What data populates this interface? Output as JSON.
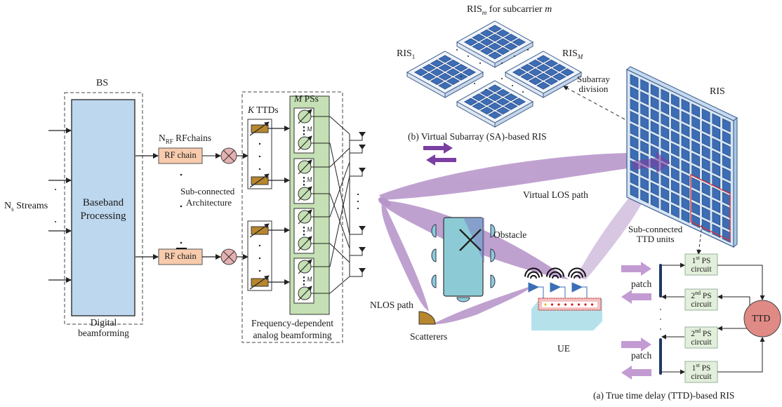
{
  "bs": {
    "title": "BS",
    "baseband_line1": "Baseband",
    "baseband_line2": "Processing",
    "digital_line1": "Digital",
    "digital_line2": "beamforming",
    "streams_main": "N",
    "streams_sub": "s",
    "streams_rest": " Streams"
  },
  "rf": {
    "nrf_main": "N",
    "nrf_sub": "RF",
    "nrf_rest": " RFchains",
    "chain_label": "RF chain",
    "arch_line1": "Sub-connected",
    "arch_line2": "Architecture"
  },
  "analog": {
    "ttd_italic": "K",
    "ttd_rest": " TTDs",
    "ps_italic": "M",
    "ps_rest": " PSs",
    "m_marker": "M",
    "caption_line1": "Frequency-dependent",
    "caption_line2": "analog beamforming"
  },
  "sa_ris": {
    "top_main": "RIS",
    "top_sub": "m",
    "top_rest": " for subcarrier ",
    "top_italic": "m",
    "left_main": "RIS",
    "left_sub": "1",
    "right_main": "RIS",
    "right_sub": "M",
    "caption": "(b) Virtual Subarray (SA)-based RIS"
  },
  "ris": {
    "label": "RIS",
    "subarray_line1": "Subarray",
    "subarray_line2": "division",
    "ttd_units_line1": "Sub-connected",
    "ttd_units_line2": "TTD units"
  },
  "channel": {
    "virtual_los": "Virtual LOS path",
    "obstacle": "Obstacle",
    "nlos": "NLOS path",
    "scatterers": "Scatterers",
    "ue": "UE"
  },
  "ttd_ris": {
    "patch": "patch",
    "ps1_sup": "st",
    "ps2_sup": "nd",
    "ps_num1": "1",
    "ps_num2": "2",
    "ps_text": " PS",
    "circuit": "circuit",
    "ttd": "TTD",
    "caption": "(a) True time delay (TTD)-based RIS"
  },
  "colors": {
    "baseband_fill": "#bdd7ee",
    "rf_chain_fill": "#f8cbad",
    "mixer_fill": "#e6b0b0",
    "ps_panel_fill": "#c5e0b4",
    "ttd_block_fill": "#b8862e",
    "beam_purple": "#9b6bb5",
    "ris_tile": "#3c6db5",
    "ris_frame": "#d6e6f5",
    "ttd_circle": "#e08a85",
    "ps_box_fill": "#e2efda",
    "obstacle_fill": "#8ccbd6",
    "scatterer_fill": "#b8862e",
    "subarray_outline": "#e03030"
  }
}
